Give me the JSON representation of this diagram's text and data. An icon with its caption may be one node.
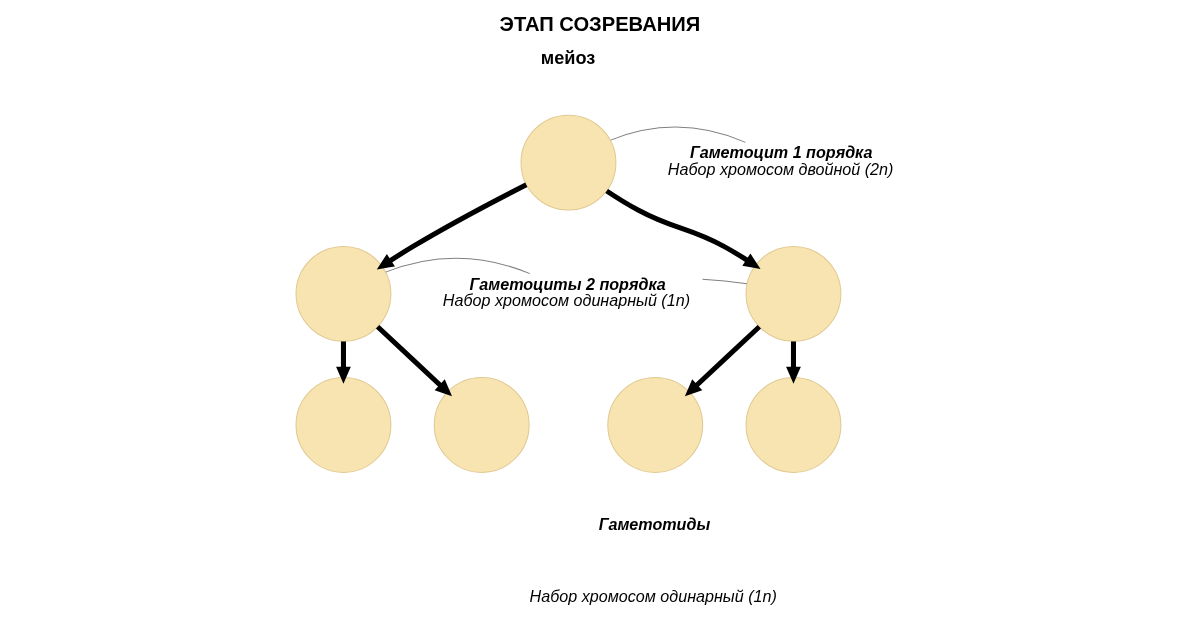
{
  "diagram": {
    "title": "ЭТАП СОЗРЕВАНИЯ",
    "nodes": [
      {
        "text": [],
        "shape": "circle"
      },
      {
        "text": [],
        "shape": "circle"
      },
      {
        "text": [],
        "shape": "circle"
      },
      {
        "text": [],
        "shape": "circle"
      },
      {
        "text": [],
        "shape": "circle"
      },
      {
        "text": [],
        "shape": "circle"
      },
      {
        "text": [],
        "shape": "circle"
      },
      {
        "text": [
          "Гаметоцит 1 порядка",
          "Набор хромосом двойной (2n)"
        ]
      },
      {
        "text": [
          "Гаметоциты 2 порядка",
          "Набор хромосом одинарный (1n)"
        ]
      }
    ],
    "edges": [
      {
        "from": 0,
        "to": 1,
        "arrow": "to"
      },
      {
        "from": 0,
        "to": 2,
        "arrow": "to"
      },
      {
        "from": 1,
        "to": 3,
        "arrow": "to"
      },
      {
        "from": 1,
        "to": 4,
        "arrow": "to"
      },
      {
        "from": 2,
        "to": 5,
        "arrow": "to"
      },
      {
        "from": 2,
        "to": 6,
        "arrow": "to"
      },
      {
        "from": 7,
        "to": 0,
        "arrow": "none",
        "color": "#808080"
      },
      {
        "from": 8,
        "to": 1,
        "arrow": "none",
        "color": "#808080"
      },
      {
        "from": 8,
        "to": 2,
        "arrow": "none",
        "color": "#808080"
      }
    ],
    "labels": [
      "мейоз",
      "Гаметотиды",
      "Набор хромосом одинарный (1n)"
    ]
  }
}
